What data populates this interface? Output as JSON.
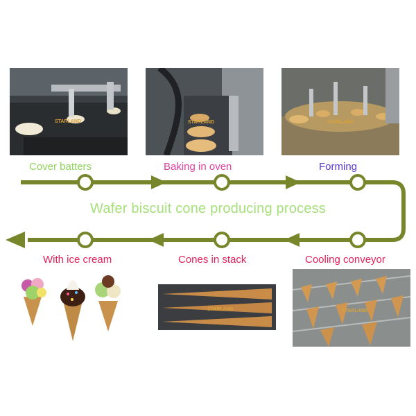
{
  "colors": {
    "flow_line": "#77862b",
    "green_label": "#8fd45a",
    "pink_label": "#e040a0",
    "purple_label": "#5b3ad0",
    "red_label": "#e0205a",
    "title_color": "#a6e07a"
  },
  "title": "Wafer biscuit cone producing process",
  "steps": [
    {
      "label": "Cover batters"
    },
    {
      "label": "Baking in oven"
    },
    {
      "label": "Forming"
    },
    {
      "label": "Cooling conveyor"
    },
    {
      "label": "Cones in stack"
    },
    {
      "label": "With ice cream"
    }
  ],
  "watermark": "STARLAND"
}
